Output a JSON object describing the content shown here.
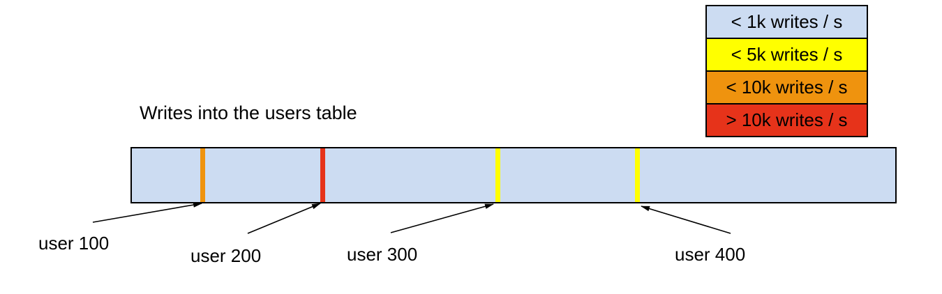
{
  "title": "Writes into the users table",
  "colors": {
    "band_fill": "#ccdcf2",
    "yellow": "#ffff00",
    "orange": "#ef930e",
    "red": "#e6331a",
    "outline": "#000000"
  },
  "legend": {
    "items": [
      {
        "label": "< 1k writes / s",
        "color": "#ccdcf2"
      },
      {
        "label": "< 5k writes / s",
        "color": "#ffff00"
      },
      {
        "label": "< 10k writes / s",
        "color": "#ef930e"
      },
      {
        "label": "> 10k writes / s",
        "color": "#e6331a"
      }
    ]
  },
  "band": {
    "fill": "#ccdcf2",
    "markers": [
      {
        "label": "user 100",
        "color": "#ef930e",
        "left": "9.0%"
      },
      {
        "label": "user 200",
        "color": "#e6331a",
        "left": "24.7%"
      },
      {
        "label": "user 300",
        "color": "#ffff00",
        "left": "47.6%"
      },
      {
        "label": "user 400",
        "color": "#ffff00",
        "left": "65.9%"
      }
    ]
  }
}
